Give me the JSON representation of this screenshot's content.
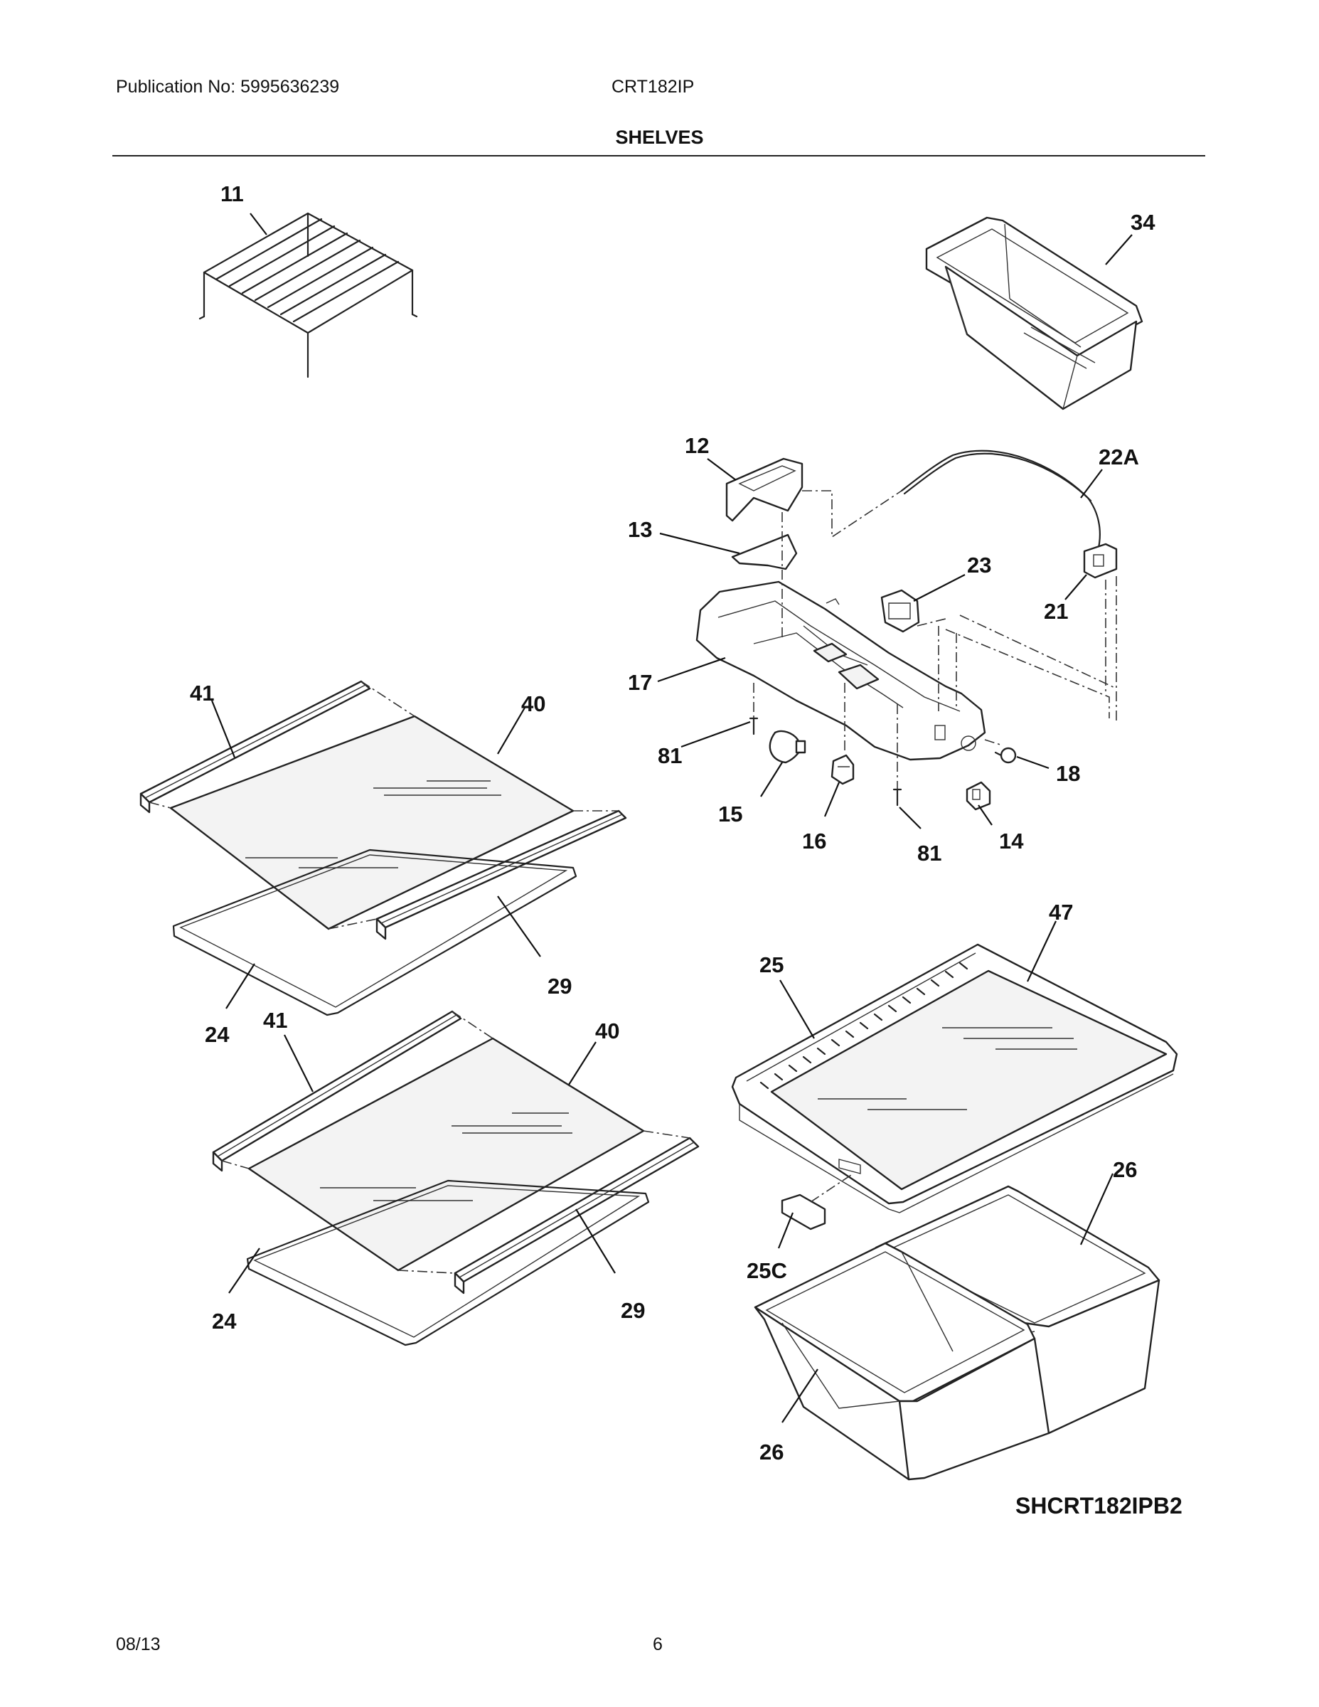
{
  "header": {
    "publication": "Publication No: 5995636239",
    "model": "CRT182IP",
    "section_title": "SHELVES"
  },
  "callouts": {
    "c11": "11",
    "c34": "34",
    "c12": "12",
    "c22a": "22A",
    "c13": "13",
    "c23": "23",
    "c21": "21",
    "c17": "17",
    "c41a": "41",
    "c40a": "40",
    "c81a": "81",
    "c18": "18",
    "c15": "15",
    "c16": "16",
    "c81b": "81",
    "c14": "14",
    "c47": "47",
    "c25": "25",
    "c29a": "29",
    "c24a": "24",
    "c41b": "41",
    "c40b": "40",
    "c26a": "26",
    "c25c": "25C",
    "c29b": "29",
    "c24b": "24",
    "c26b": "26"
  },
  "drawing_code": "SHCRT182IPB2",
  "footer": {
    "date": "08/13",
    "page": "6"
  }
}
